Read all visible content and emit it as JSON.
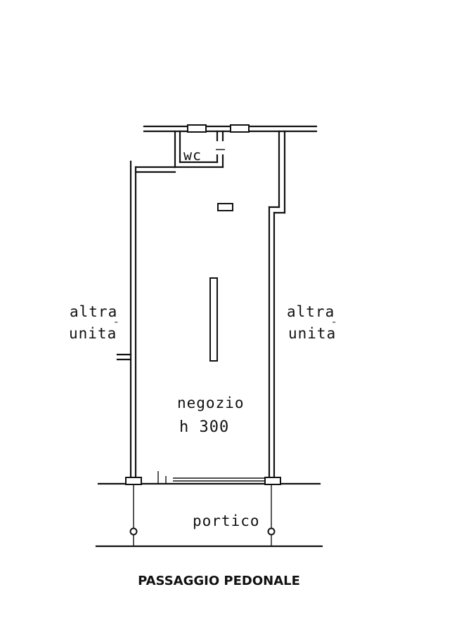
{
  "labels": {
    "wc": "wc",
    "left_unit_line1": "altra",
    "left_unit_line2": "unita",
    "right_unit_line1": "altra",
    "right_unit_line2": "unita",
    "shop": "negozio",
    "height": "h  300",
    "portico": "portico"
  },
  "caption": "PASSAGGIO PEDONALE"
}
